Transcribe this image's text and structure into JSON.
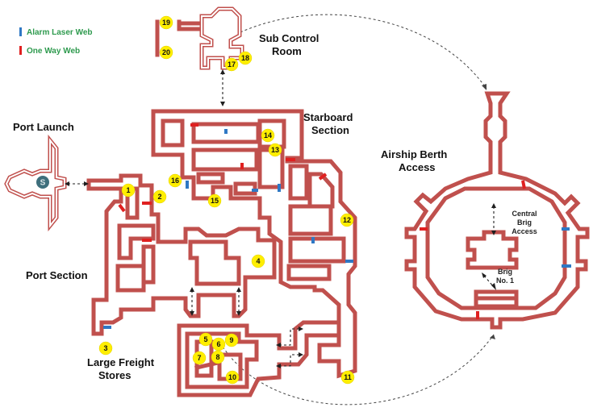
{
  "colors": {
    "wall": "#c0504d",
    "alarm_laser_web": "#2f78c4",
    "one_way_web": "#e02020",
    "marker": "#ffee00",
    "legend_text": "#2e9a4e",
    "save_point": "#3e6f7c"
  },
  "legend": [
    {
      "label": "Alarm Laser Web",
      "color": "#2f78c4"
    },
    {
      "label": "One Way Web",
      "color": "#e02020"
    }
  ],
  "areas": [
    {
      "lines": [
        "Sub Control",
        "Room"
      ]
    },
    {
      "lines": [
        "Starboard",
        "Section"
      ]
    },
    {
      "lines": [
        "Port Launch"
      ]
    },
    {
      "lines": [
        "Airship Berth",
        "Access"
      ]
    },
    {
      "lines": [
        "Port Section"
      ]
    },
    {
      "lines": [
        "Large Freight",
        "Stores"
      ]
    }
  ],
  "room_labels": [
    {
      "lines": [
        "Central",
        "Brig",
        "Access"
      ]
    },
    {
      "lines": [
        "Brig",
        "No. 1"
      ]
    }
  ],
  "save_point": {
    "label": "S",
    "icon": "save-point-icon"
  },
  "markers": [
    "1",
    "2",
    "3",
    "4",
    "5",
    "6",
    "7",
    "8",
    "9",
    "10",
    "11",
    "12",
    "13",
    "14",
    "15",
    "16",
    "17",
    "18",
    "19",
    "20"
  ]
}
